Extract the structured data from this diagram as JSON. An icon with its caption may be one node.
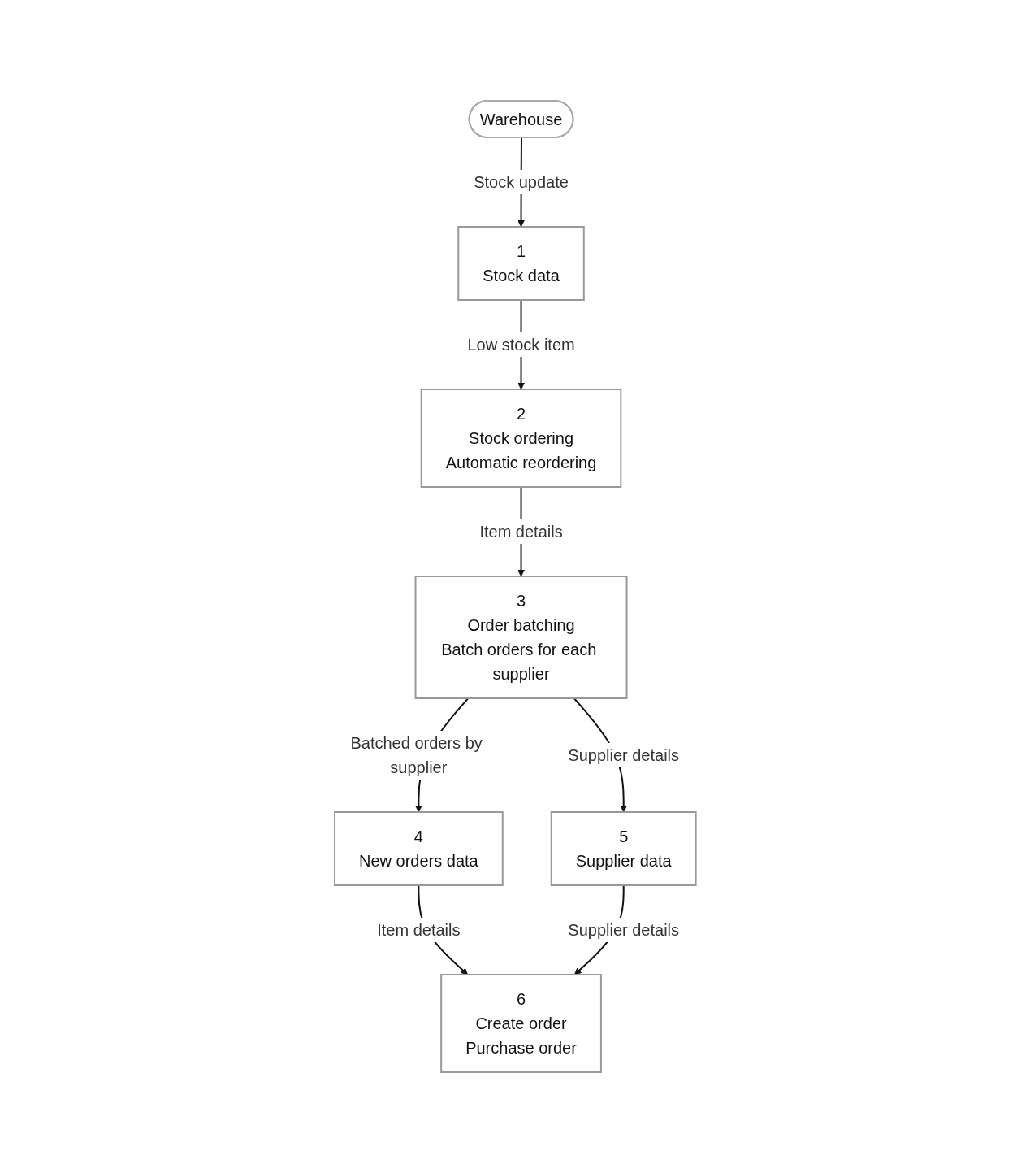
{
  "diagram": {
    "nodes": [
      {
        "text": [
          "2",
          "Stock ordering",
          "Automatic reordering"
        ]
      },
      {
        "text": [
          "Warehouse"
        ]
      },
      {
        "text": [
          "1",
          "Stock data"
        ]
      },
      {
        "text": [
          "3",
          "Order batching",
          "Batch orders for each supplier"
        ]
      },
      {
        "text": [
          "4",
          "New orders data"
        ]
      },
      {
        "text": [
          "5",
          "Supplier data"
        ]
      },
      {
        "text": [
          "6",
          "Create order",
          "Purchase order"
        ]
      }
    ],
    "edges": [
      {
        "from": 1,
        "to": 2,
        "label": "Stock update",
        "arrow": "to"
      },
      {
        "from": 2,
        "to": 0,
        "label": "Low stock item",
        "arrow": "to"
      },
      {
        "from": 0,
        "to": 3,
        "label": "Item details",
        "arrow": "to"
      },
      {
        "from": 3,
        "to": 4,
        "label": "Batched orders by supplier",
        "arrow": "to"
      },
      {
        "from": 3,
        "to": 5,
        "label": "Supplier details",
        "arrow": "to"
      },
      {
        "from": 4,
        "to": 6,
        "label": "Item details",
        "arrow": "to"
      },
      {
        "from": 5,
        "to": 6,
        "label": "Supplier details",
        "arrow": "to"
      }
    ]
  }
}
